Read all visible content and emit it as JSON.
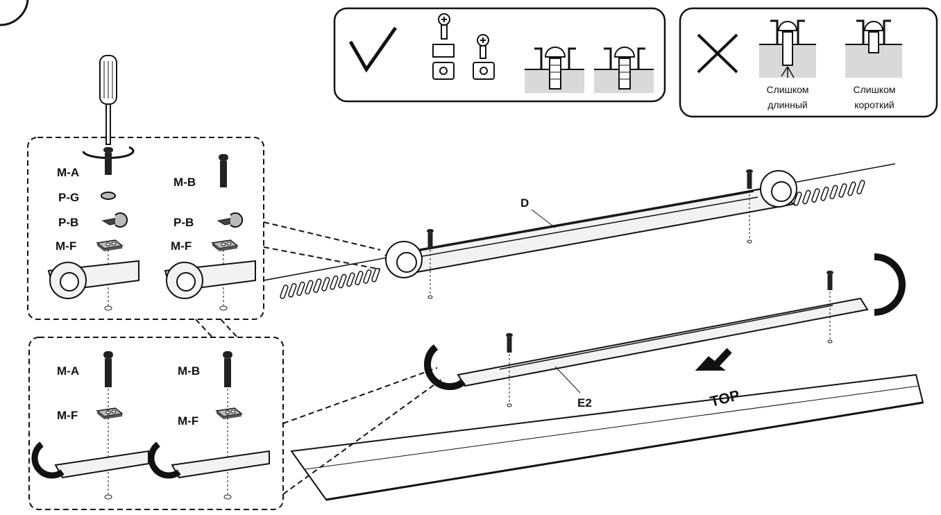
{
  "callouts": {
    "top_group": {
      "ma": "M-A",
      "pg": "P-G",
      "pb1": "P-B",
      "mf1": "M-F",
      "mb": "M-B",
      "pb2": "P-B",
      "mf2": "M-F"
    },
    "bottom_group": {
      "ma": "M-A",
      "mf1": "M-F",
      "mb": "M-B",
      "mf2": "M-F"
    }
  },
  "parts": {
    "upper_bracket": "D",
    "lower_bracket": "E2"
  },
  "orientation_label": "TOP",
  "wrong_box": {
    "too_long_1": "Слишком",
    "too_long_2": "длинный",
    "too_short_1": "Слишком",
    "too_short_2": "короткий"
  },
  "icons": {
    "correct": "checkmark-icon",
    "wrong": "cross-icon",
    "tool": "screwdriver-icon",
    "rotation": "rotate-arrow-icon"
  },
  "colors": {
    "ink": "#111111",
    "grey_fill": "#d9d9d9",
    "bracket": "#f2f2f2"
  }
}
